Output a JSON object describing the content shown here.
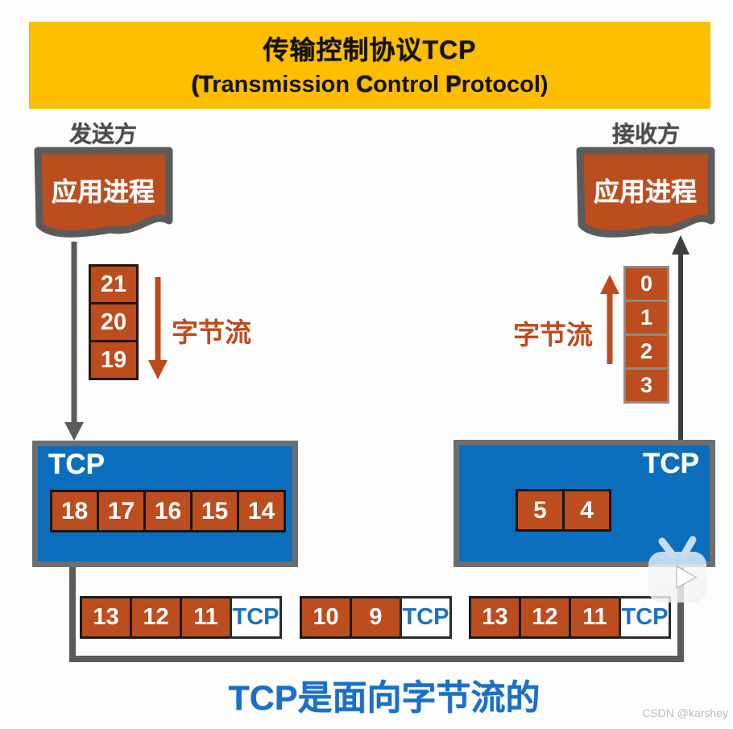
{
  "header": {
    "title": "传输控制协议TCP",
    "subtitle_segments": [
      {
        "text": "(T",
        "heavy": true
      },
      {
        "text": "ransmission ",
        "heavy": false
      },
      {
        "text": "C",
        "heavy": true
      },
      {
        "text": "ontrol ",
        "heavy": false
      },
      {
        "text": "P",
        "heavy": true
      },
      {
        "text": "rotocol)",
        "heavy": false
      }
    ]
  },
  "sender": {
    "role_label": "发送方",
    "process_label": "应用进程",
    "stream_label": "字节流",
    "stream_bytes": [
      "21",
      "20",
      "19"
    ],
    "tcp_label": "TCP",
    "buffer_bytes": [
      "18",
      "17",
      "16",
      "15",
      "14"
    ]
  },
  "receiver": {
    "role_label": "接收方",
    "process_label": "应用进程",
    "stream_label": "字节流",
    "stream_bytes": [
      "0",
      "1",
      "2",
      "3"
    ],
    "tcp_label": "TCP",
    "buffer_bytes": [
      "5",
      "4"
    ]
  },
  "segments": [
    {
      "bytes": [
        "13",
        "12",
        "11"
      ],
      "header_label": "TCP"
    },
    {
      "bytes": [
        "10",
        "9"
      ],
      "header_label": "TCP"
    },
    {
      "bytes": [
        "13",
        "12",
        "11"
      ],
      "header_label": "TCP"
    }
  ],
  "caption": "TCP是面向字节流的",
  "watermark": "CSDN @karshey",
  "colors": {
    "banner_yellow": "#FDBE00",
    "byte_orange": "#BC4D1E",
    "tcp_blue": "#0A6EBD",
    "caption_blue": "#1A70C8",
    "connector_gray": "#5B5B5B",
    "stream_arrow_orange": "#BF4A1B",
    "segment_tcp_text_blue": "#1C71C0"
  }
}
